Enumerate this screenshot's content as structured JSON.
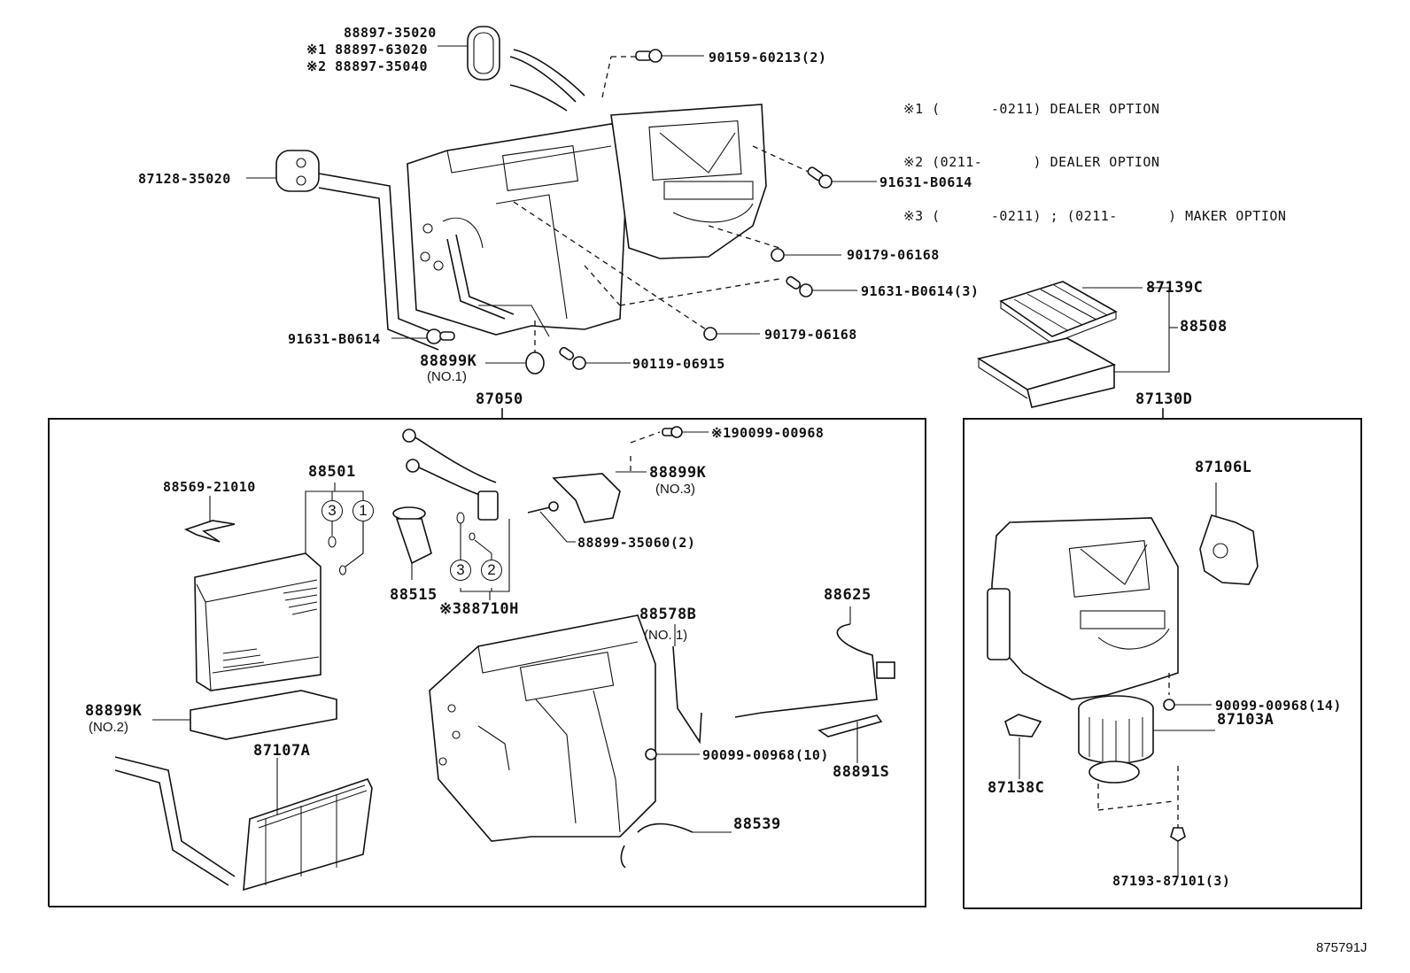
{
  "diagram": {
    "figure_id": "875791J",
    "notes": [
      {
        "mark": "※1",
        "text": "(      -0211) DEALER OPTION"
      },
      {
        "mark": "※2",
        "text": "(0211-      ) DEALER OPTION"
      },
      {
        "mark": "※3",
        "text": "(      -0211) ; (0211-      ) MAKER OPTION"
      }
    ],
    "top_assembly": {
      "grommet_labels": [
        "88897-35020",
        "※1 88897-63020",
        "※2 88897-35040"
      ],
      "parts": {
        "p90159": "90159-60213(2)",
        "p87128": "87128-35020",
        "p91631a": "91631-B0614",
        "p90179a": "90179-06168",
        "p91631b": "91631-B0614(3)",
        "p90179b": "90179-06168",
        "p91631c": "91631-B0614",
        "p88899k1": "88899K",
        "p88899k1_sub": "(NO.1)",
        "p90119": "90119-06915",
        "p87139c": "87139C",
        "p88508": "88508"
      }
    },
    "unit_87050": {
      "title": "87050",
      "parts": {
        "p88569": "88569-21010",
        "p88501": "88501",
        "p88515": "88515",
        "p88710h": "※388710H",
        "p90099a": "※190099-00968",
        "p88899k3": "88899K",
        "p88899k3_sub": "(NO.3)",
        "p88899_35060": "88899-35060(2)",
        "p88578b": "88578B",
        "p88578b_sub": "(NO. 1)",
        "p88625": "88625",
        "p88899k2": "88899K",
        "p88899k2_sub": "(NO.2)",
        "p87107a": "87107A",
        "p90099b": "90099-00968(10)",
        "p88891s": "88891S",
        "p88539": "88539"
      },
      "circled_marks": [
        "3",
        "1",
        "3",
        "2"
      ]
    },
    "unit_87130d": {
      "title": "87130D",
      "parts": {
        "p87106l": "87106L",
        "p90099c": "90099-00968(14)",
        "p87103a": "87103A",
        "p87138c": "87138C",
        "p87193": "87193-87101(3)"
      }
    }
  }
}
